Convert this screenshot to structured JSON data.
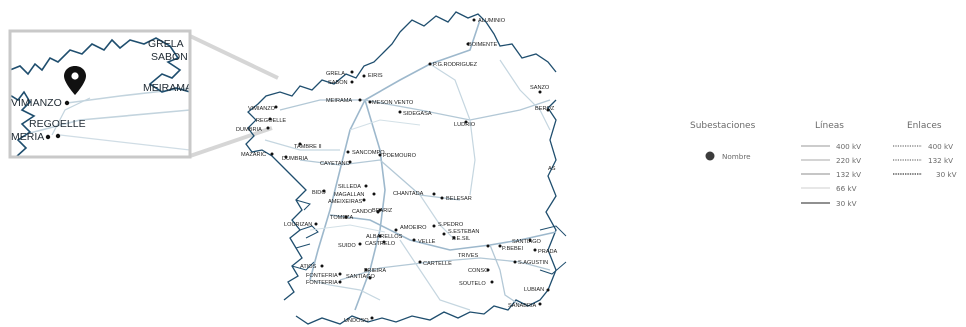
{
  "inset": {
    "labels": [
      "GRELA",
      "SABON",
      "MEIRAMA",
      "VIMIANZO",
      "REGOELLE",
      "MERIA"
    ],
    "pin_icon": "location-pin-icon"
  },
  "map": {
    "substations": [
      "ALUMINIO",
      "BOIMENTE",
      "P.G.RODRIGUEZ",
      "SANZO",
      "BEROZ",
      "GRELA",
      "SABON",
      "EIRIS",
      "MEIRAMA",
      "MESON VENTO",
      "SIDEGASA",
      "LUDRIO",
      "VIMIANZO",
      "REGOELLE",
      "DUMBRIA",
      "TAMBRE II",
      "SANCOMPO",
      "MAZARIC",
      "DUMBRIA",
      "CAYETANO",
      "PDEMOURO",
      "BIDO",
      "SILLEDA",
      "MAGALLAN",
      "AMEIXEIRAS",
      "CANDO",
      "TOMEZA",
      "CHANTADA",
      "BELESAR",
      "LOURIZAN",
      "BEARIZ",
      "S.PEDRO",
      "S.ESTEBAN",
      "P.E.SIL",
      "AMOEIRO",
      "VELLE",
      "SUIDO",
      "ALBARELLOS",
      "CASTRELO",
      "TRIVES",
      "SANTIAGO",
      "P.BEBEI",
      "PRADA",
      "S.AGUSTIN",
      "CARTELLE",
      "ATIOS",
      "FONTEFRIA",
      "FONTEFRIA",
      "FRIEIRA",
      "SANTIAGO",
      "CONSO",
      "SOUTELO",
      "LUBIAN",
      "SANABRIA",
      "UNDOSO",
      "AS"
    ]
  },
  "legend": {
    "substations_title": "Subestaciones",
    "lines_title": "Líneas",
    "links_title": "Enlaces",
    "substation_label": "Nombre",
    "lines": [
      "400 kV",
      "220 kV",
      "132 kV",
      "66 kV",
      "30 kV"
    ],
    "links": [
      "400 kV",
      "132 kV",
      "30 kV"
    ],
    "colors": {
      "coast": "#1f4e6e",
      "line_400": "#9db8cc",
      "line_220": "#b3c8d6",
      "line_132": "#c5d6e0",
      "line_66": "#d3e0e7",
      "line_30": "#8a8a8a",
      "inset_frame": "#c9c9c9",
      "node": "#111111"
    }
  }
}
